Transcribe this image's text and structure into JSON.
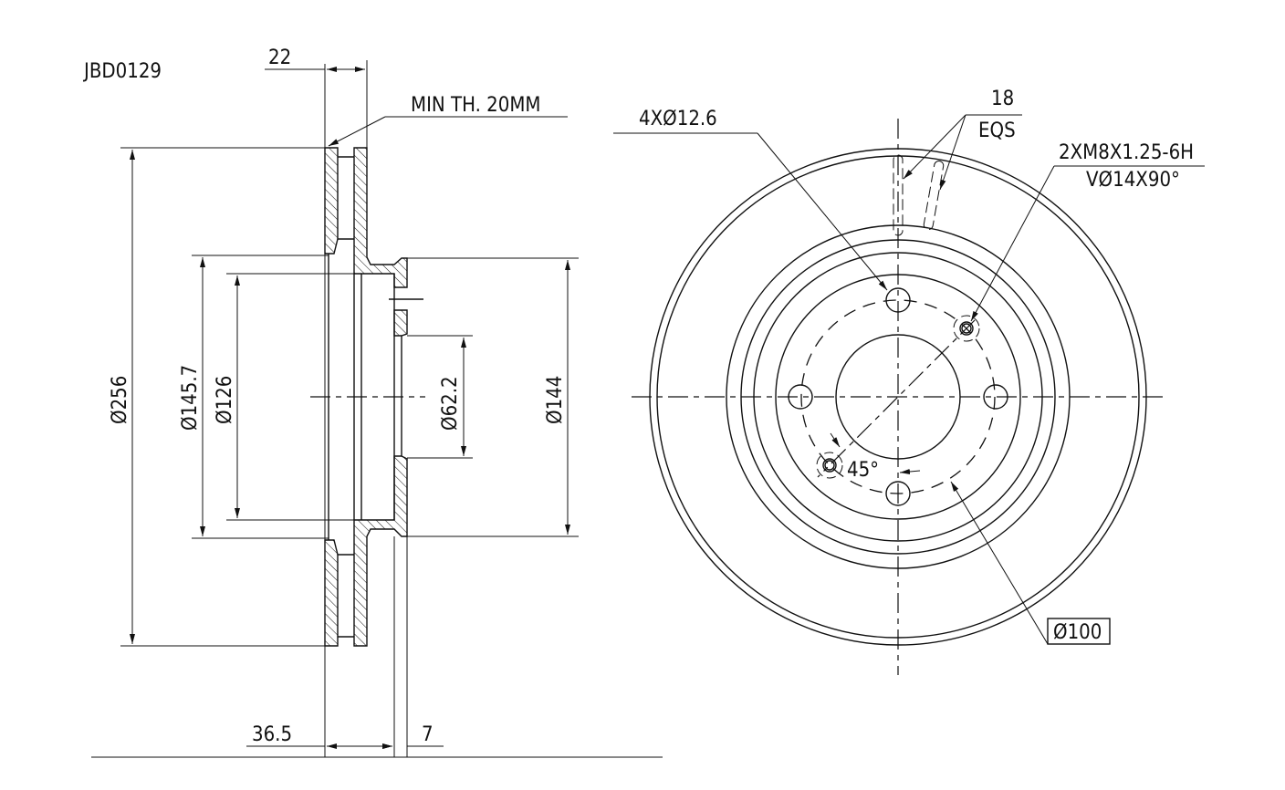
{
  "part_number": "JBD0129",
  "side_view": {
    "dim_thickness": "22",
    "min_thickness_note": "MIN TH. 20MM",
    "dim_outer_diameter": "Ø256",
    "dim_145_7": "Ø145.7",
    "dim_126": "Ø126",
    "dim_center_bore": "Ø62.2",
    "dim_hat_diameter": "Ø144",
    "dim_offset": "36.5",
    "dim_hub_thickness": "7"
  },
  "front_view": {
    "bolt_holes": "4XØ12.6",
    "vanes_count": "18",
    "vanes_spacing": "EQS",
    "thread_spec": "2XM8X1.25-6H",
    "countersink_spec": "VØ14X90°",
    "angle": "45°",
    "bolt_circle": "Ø100"
  },
  "colors": {
    "line": "#111111",
    "background": "#ffffff"
  }
}
